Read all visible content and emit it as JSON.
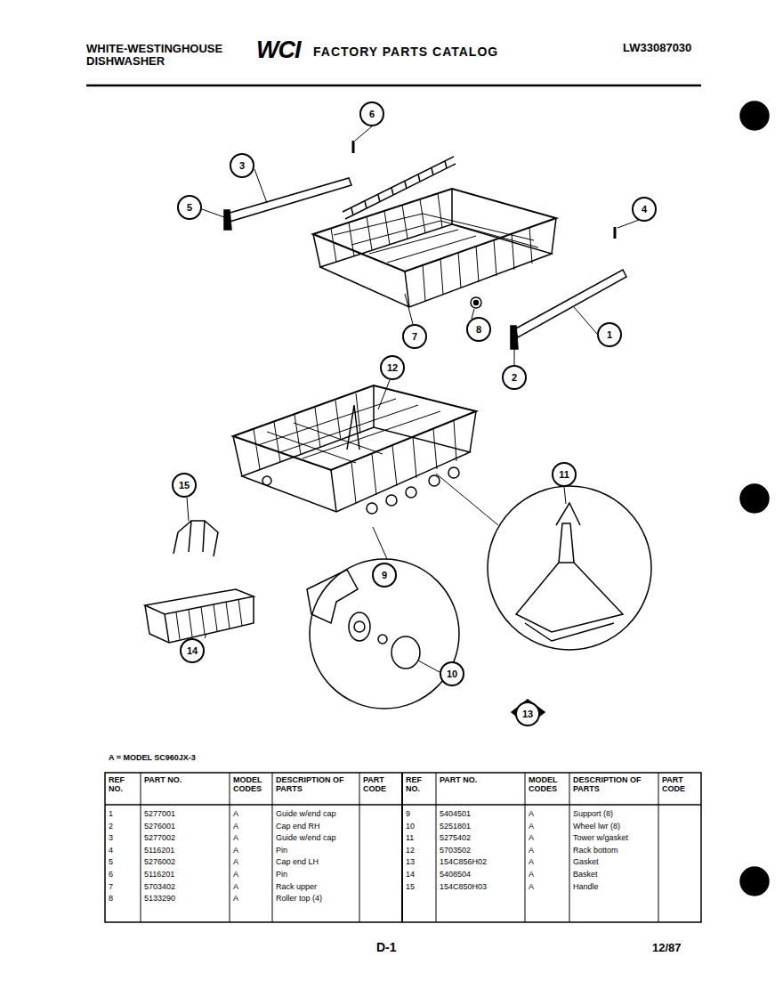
{
  "diagram": {
    "labels": [
      "WHITE-WESTINGHOUSE DISHWASHER",
      "WCI",
      "FACTORY PARTS CATALOG",
      "LW33087030",
      "6",
      "3",
      "5",
      "4",
      "1",
      "7",
      "8",
      "2",
      "12",
      "15",
      "11",
      "9",
      "14",
      "10",
      "13",
      "A = MODEL SC960JX-3",
      "REF NO.",
      "PART NO.",
      "MODEL CODES",
      "DESCRIPTION OF PARTS",
      "PART CODE",
      "REF NO.",
      "PART NO.",
      "MODEL CODES",
      "DESCRIPTION OF PARTS",
      "PART CODE",
      "1",
      "5277001",
      "A",
      "Guide w/end cap",
      "2",
      "5276001",
      "A",
      "Cap end RH",
      "3",
      "5277002",
      "A",
      "Guide w/end cap",
      "4",
      "5116201",
      "A",
      "Pin",
      "5",
      "5276002",
      "A",
      "Cap end LH",
      "6",
      "5116201",
      "A",
      "Pin",
      "7",
      "5703402",
      "A",
      "Rack upper",
      "8",
      "5133290",
      "A",
      "Roller top (4)",
      "9",
      "5404501",
      "A",
      "Support (8)",
      "10",
      "5251801",
      "A",
      "Wheel lwr (8)",
      "11",
      "5275402",
      "A",
      "Tower w/gasket",
      "12",
      "5703502",
      "A",
      "Rack bottom",
      "13",
      "154C856H02",
      "A",
      "Gasket",
      "14",
      "5408504",
      "A",
      "Basket",
      "15",
      "154C850H03",
      "A",
      "Handle",
      "D-1",
      "12/87"
    ]
  }
}
